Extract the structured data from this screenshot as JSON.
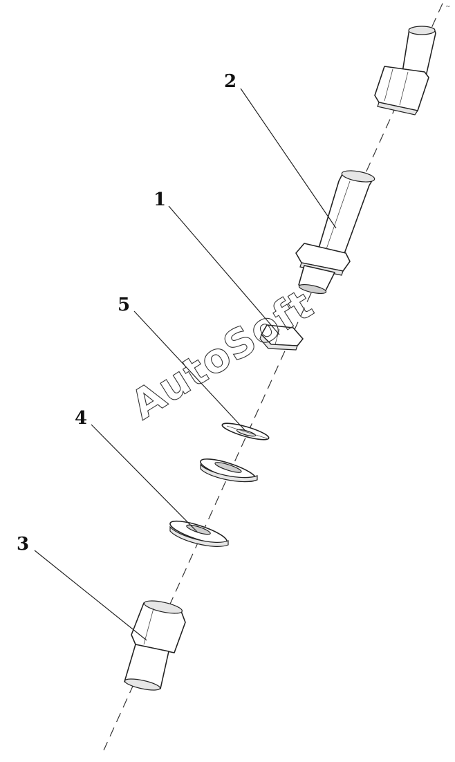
{
  "callouts": {
    "c1": "1",
    "c2": "2",
    "c3": "3",
    "c4": "4",
    "c5": "5"
  },
  "watermark": "AutoSoft",
  "corner_mark": "~"
}
